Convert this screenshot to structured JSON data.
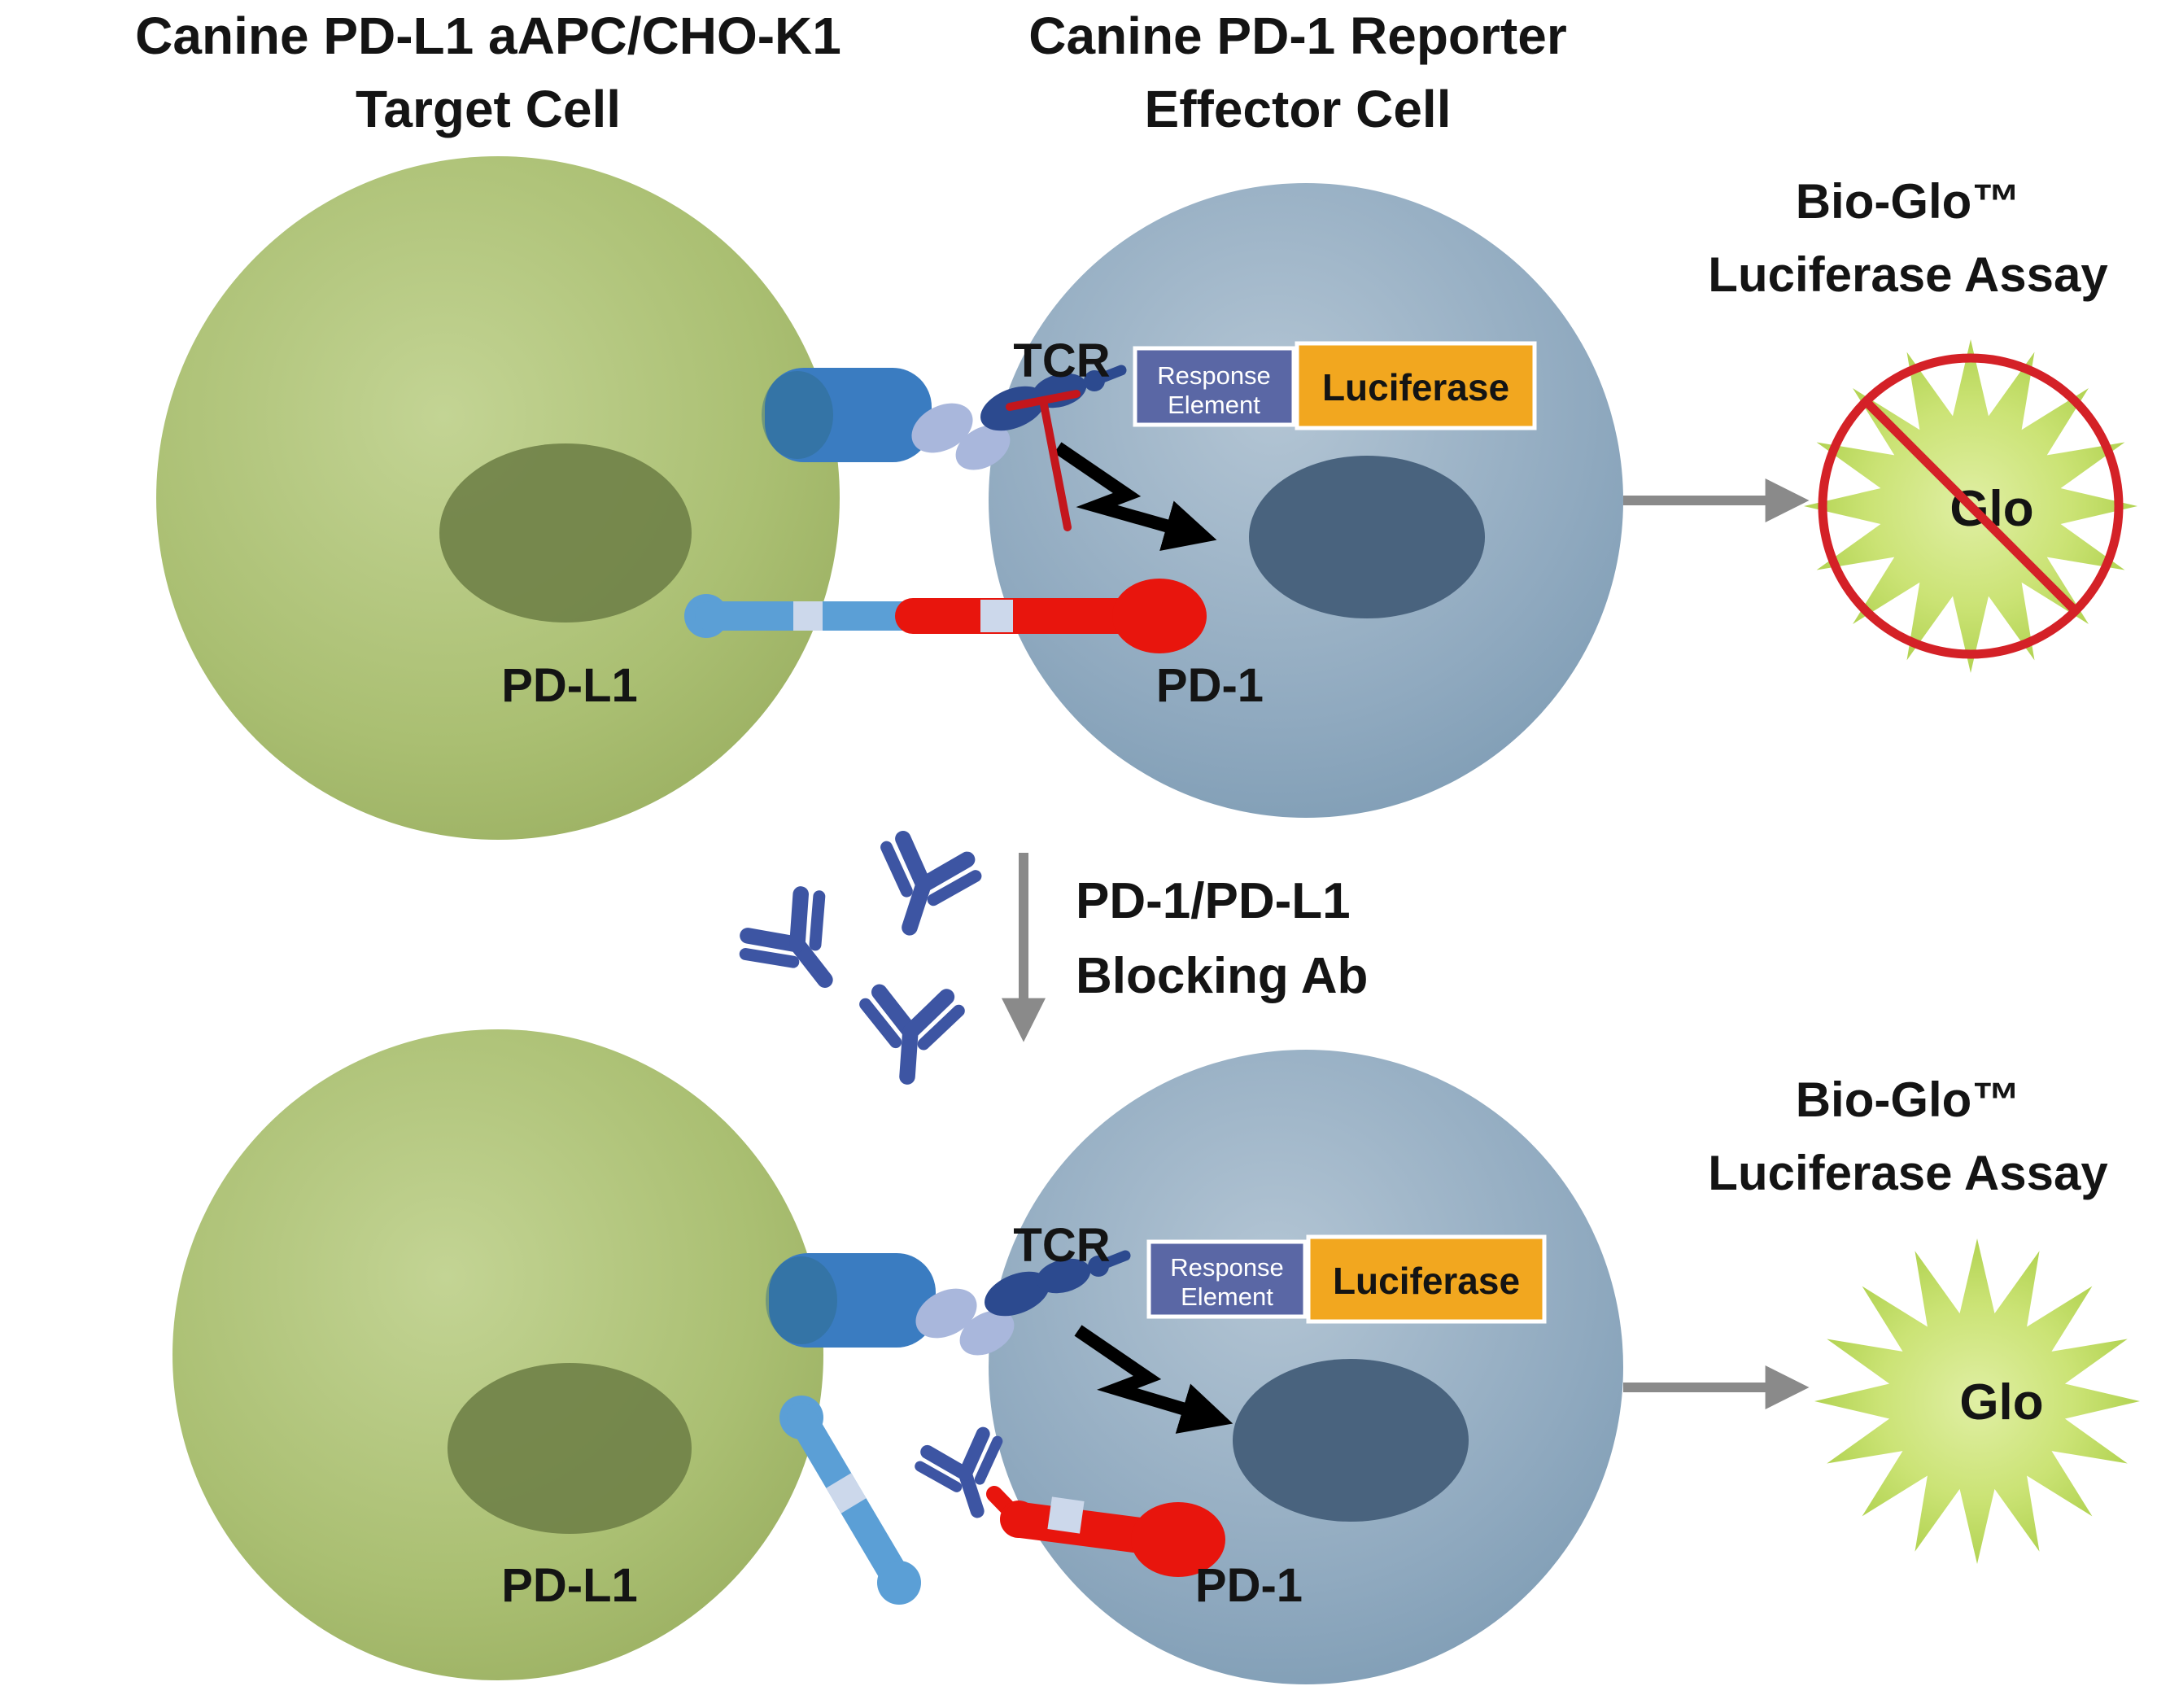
{
  "header": {
    "target_cell_title_1": "Canine PD-L1 aAPC/CHO-K1",
    "target_cell_title_2": "Target Cell",
    "effector_cell_title_1": "Canine PD-1 Reporter",
    "effector_cell_title_2": "Effector Cell"
  },
  "panel_top": {
    "tcr": "TCR",
    "pdl1": "PD-L1",
    "pd1": "PD-1",
    "response_element_1": "Response",
    "response_element_2": "Element",
    "luciferase": "Luciferase",
    "assay_title_1": "Bio-Glo™",
    "assay_title_2": "Luciferase Assay",
    "glo": "Glo"
  },
  "blocking": {
    "line1": "PD-1/PD-L1",
    "line2": "Blocking Ab"
  },
  "panel_bottom": {
    "tcr": "TCR",
    "pdl1": "PD-L1",
    "pd1": "PD-1",
    "response_element_1": "Response",
    "response_element_2": "Element",
    "luciferase": "Luciferase",
    "assay_title_1": "Bio-Glo™",
    "assay_title_2": "Luciferase Assay",
    "glo": "Glo"
  },
  "colors": {
    "green_cell": "#aabf72",
    "green_nucleus": "#6f8147",
    "blue_cell": "#8fa9bf",
    "blue_nucleus": "#49637e",
    "tcr_blue": "#3a7cc1",
    "chain_light": "#a9b7dc",
    "chain_navy": "#2c4a8f",
    "pdl1_receptor_blue": "#5b9fd6",
    "pd1_receptor_red": "#e8150d",
    "ig_domain_square": "#ccd8eb",
    "response_box": "#5a67a5",
    "luciferase_box": "#f2a71f",
    "antibody_blue": "#3d55a3",
    "starburst_green": "#cbe375",
    "no_symbol_red": "#d42127",
    "arrow_gray": "#8a8a8a",
    "signal_bolt": "#000000"
  }
}
